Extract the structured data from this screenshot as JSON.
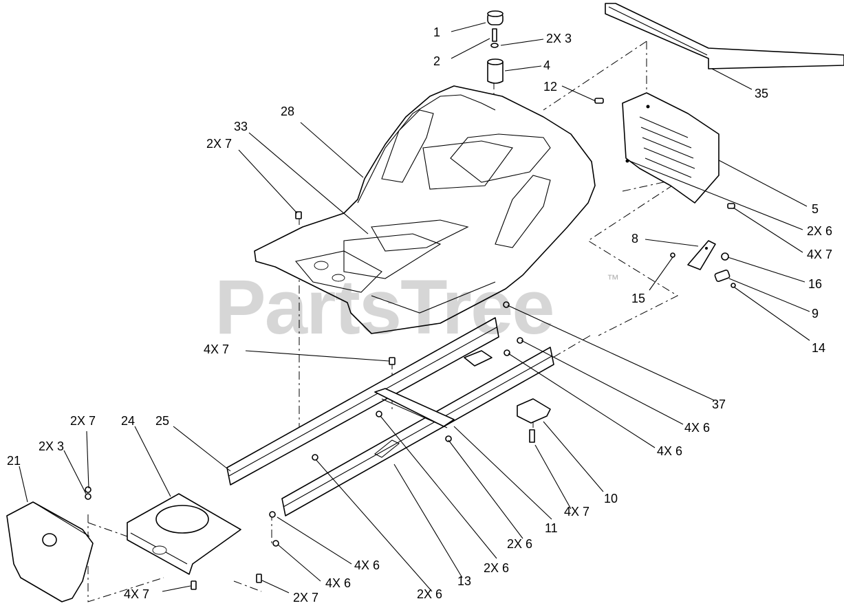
{
  "watermark": {
    "brand": "PartsTree",
    "trademark": "™"
  },
  "callouts": [
    {
      "id": "c1",
      "text": "1"
    },
    {
      "id": "c2",
      "text": "2"
    },
    {
      "id": "c3",
      "text": "2X 3"
    },
    {
      "id": "c4",
      "text": "4"
    },
    {
      "id": "c12",
      "text": "12"
    },
    {
      "id": "c35",
      "text": "35"
    },
    {
      "id": "c28",
      "text": "28"
    },
    {
      "id": "c33",
      "text": "33"
    },
    {
      "id": "c2x7a",
      "text": "2X 7"
    },
    {
      "id": "c5",
      "text": "5"
    },
    {
      "id": "c2x6a",
      "text": "2X 6"
    },
    {
      "id": "c4x7a",
      "text": "4X 7"
    },
    {
      "id": "c8",
      "text": "8"
    },
    {
      "id": "c16",
      "text": "16"
    },
    {
      "id": "c15",
      "text": "15"
    },
    {
      "id": "c9",
      "text": "9"
    },
    {
      "id": "c14",
      "text": "14"
    },
    {
      "id": "c4x7b",
      "text": "4X 7"
    },
    {
      "id": "c37",
      "text": "37"
    },
    {
      "id": "c4x6a",
      "text": "4X 6"
    },
    {
      "id": "c4x6b",
      "text": "4X 6"
    },
    {
      "id": "c2x7b",
      "text": "2X 7"
    },
    {
      "id": "c24",
      "text": "24"
    },
    {
      "id": "c25",
      "text": "25"
    },
    {
      "id": "c2x3b",
      "text": "2X 3"
    },
    {
      "id": "c21",
      "text": "21"
    },
    {
      "id": "c10",
      "text": "10"
    },
    {
      "id": "c4x7c",
      "text": "4X 7"
    },
    {
      "id": "c11",
      "text": "11"
    },
    {
      "id": "c2x6b",
      "text": "2X 6"
    },
    {
      "id": "c2x6c",
      "text": "2X 6"
    },
    {
      "id": "c4x6c",
      "text": "4X 6"
    },
    {
      "id": "c4x6d",
      "text": "4X 6"
    },
    {
      "id": "c13",
      "text": "13"
    },
    {
      "id": "c2x6d",
      "text": "2X 6"
    },
    {
      "id": "c4x7d",
      "text": "4X 7"
    },
    {
      "id": "c2x7c",
      "text": "2X 7"
    }
  ]
}
